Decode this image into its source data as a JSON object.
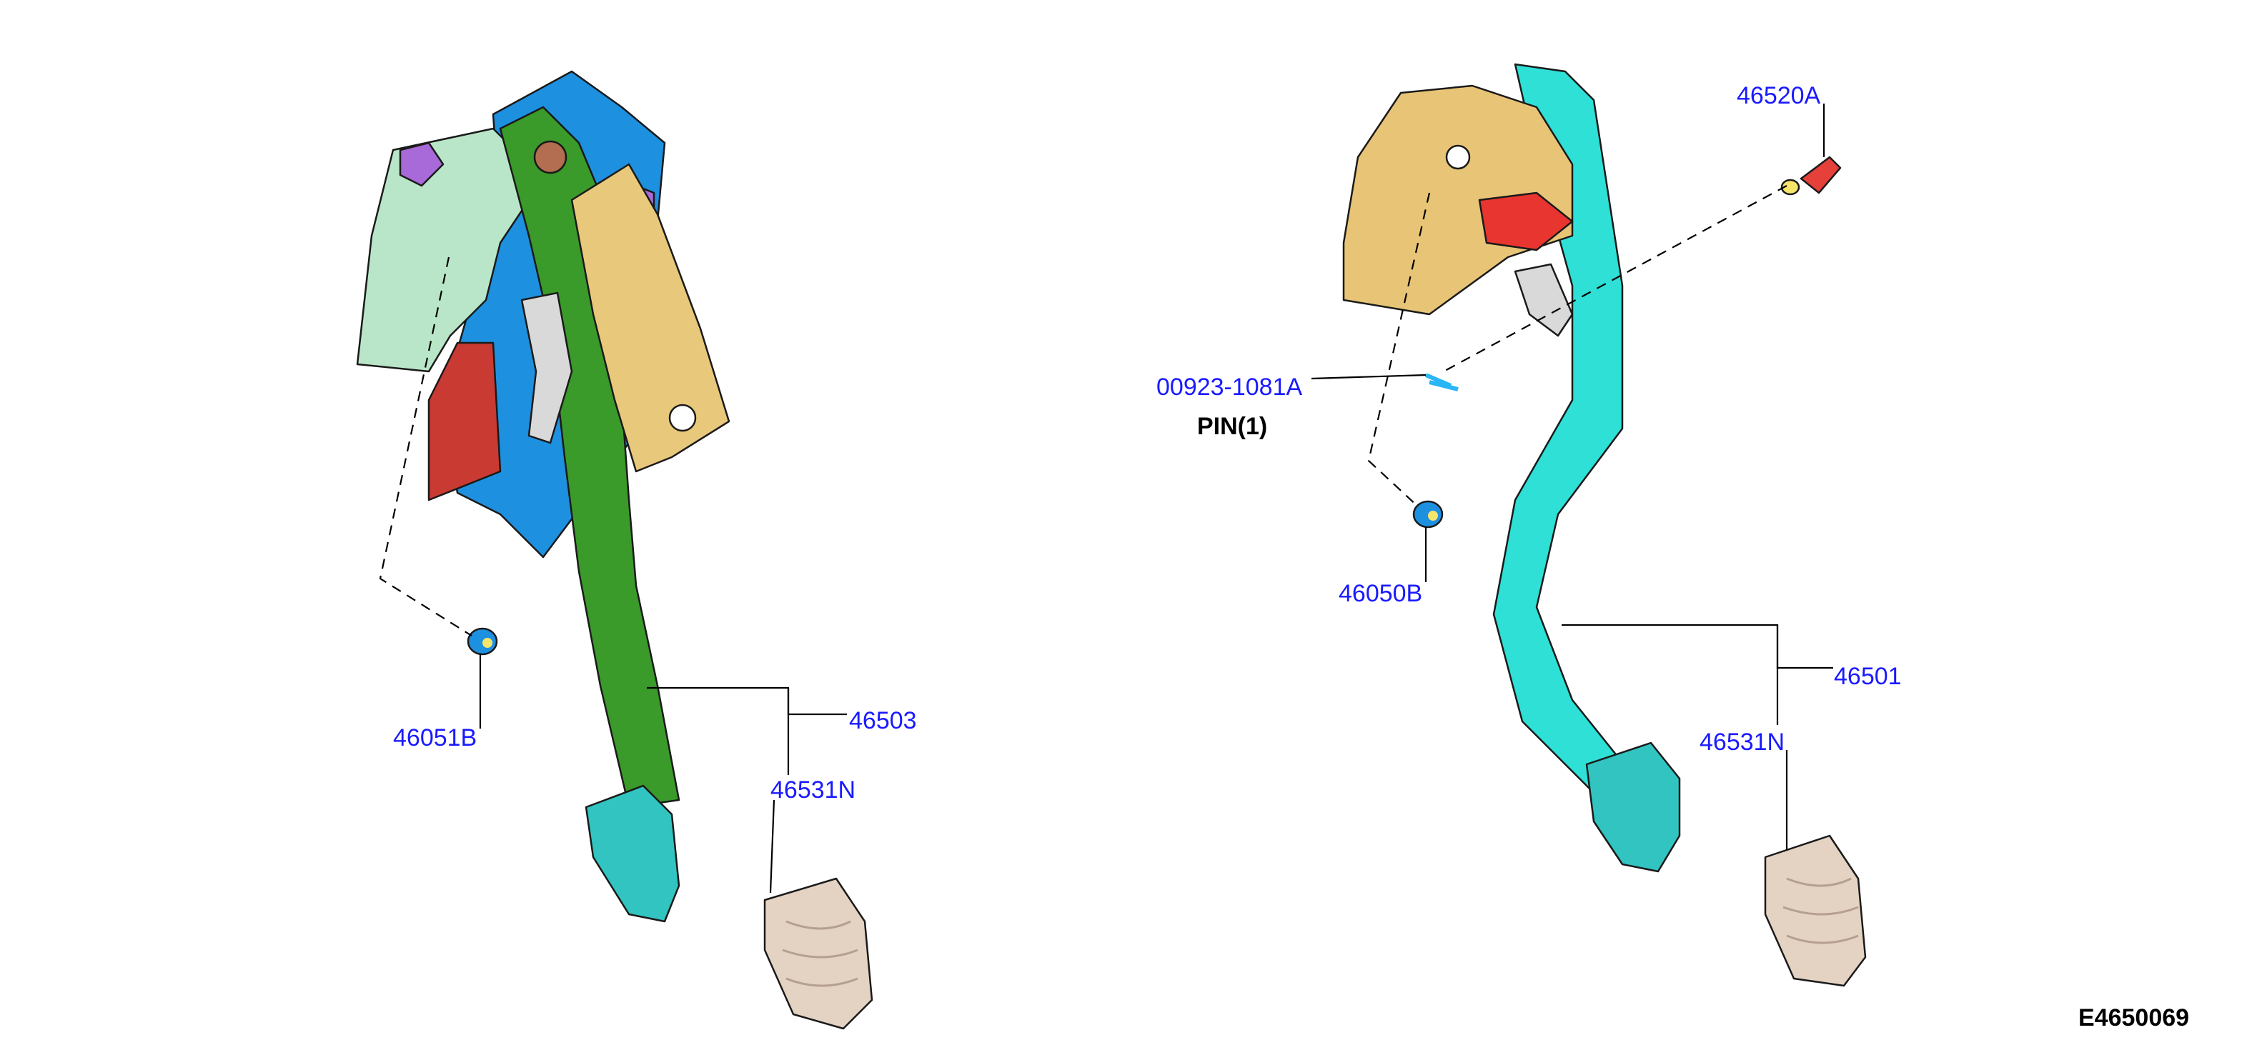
{
  "colors": {
    "part_label": "#1a1aff",
    "note_label": "#000000",
    "left_pedal_arm": "#3a9a2a",
    "left_bracket_face": "#b9e6c8",
    "left_bracket_back": "#1e90e0",
    "left_plate": "#e8c87a",
    "left_red_plate": "#c83a32",
    "left_clip": "#a86ad8",
    "right_pedal_arm": "#2ee0d6",
    "right_bracket": "#e8c476",
    "right_red_block": "#e8352f",
    "pedal_pad": "#31c4c0",
    "pad_cover": "#e4d2c2",
    "pin": "#e6403a"
  },
  "labels": {
    "part_46051B": "46051B",
    "part_46503": "46503",
    "part_46531N_left": "46531N",
    "part_46520A": "46520A",
    "part_00923_1081A": "00923-1081A",
    "note_pin": "PIN(1)",
    "part_46050B": "46050B",
    "part_46501": "46501",
    "part_46531N_right": "46531N",
    "figure_code": "E4650069"
  }
}
